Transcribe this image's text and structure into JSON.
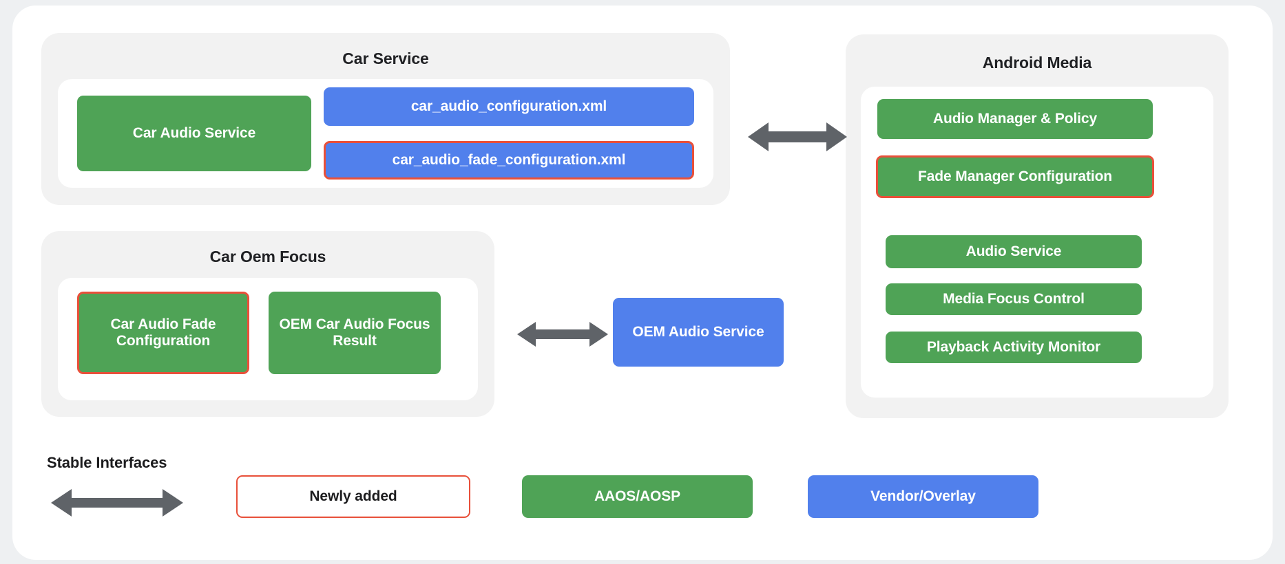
{
  "diagram": {
    "groups": {
      "car_service": {
        "title": "Car Service",
        "nodes": {
          "car_audio_service": "Car Audio Service",
          "car_audio_configuration_xml": "car_audio_configuration.xml",
          "car_audio_fade_configuration_xml": "car_audio_fade_configuration.xml"
        }
      },
      "car_oem_focus": {
        "title": "Car Oem Focus",
        "nodes": {
          "car_audio_fade_configuration": "Car Audio Fade Configuration",
          "oem_car_audio_focus_result": "OEM Car Audio Focus Result"
        }
      },
      "android_media": {
        "title": "Android Media",
        "nodes": {
          "audio_manager_policy": "Audio Manager & Policy",
          "fade_manager_configuration": "Fade Manager Configuration",
          "audio_service": "Audio Service",
          "media_focus_control": "Media Focus Control",
          "playback_activity_monitor": "Playback Activity Monitor"
        }
      }
    },
    "standalone": {
      "oem_audio_service": "OEM Audio Service"
    },
    "legend": {
      "stable_interfaces_label": "Stable Interfaces",
      "newly_added": "Newly added",
      "aaos_aosp": "AAOS/AOSP",
      "vendor_overlay": "Vendor/Overlay"
    },
    "colors": {
      "green": "#4fa356",
      "blue": "#5180ec",
      "highlight_red": "#e8503a",
      "arrow_gray": "#5f6368",
      "panel_gray": "#f2f2f2",
      "page_background": "#eef0f2",
      "card_white": "#ffffff",
      "text_dark": "#202124"
    }
  }
}
